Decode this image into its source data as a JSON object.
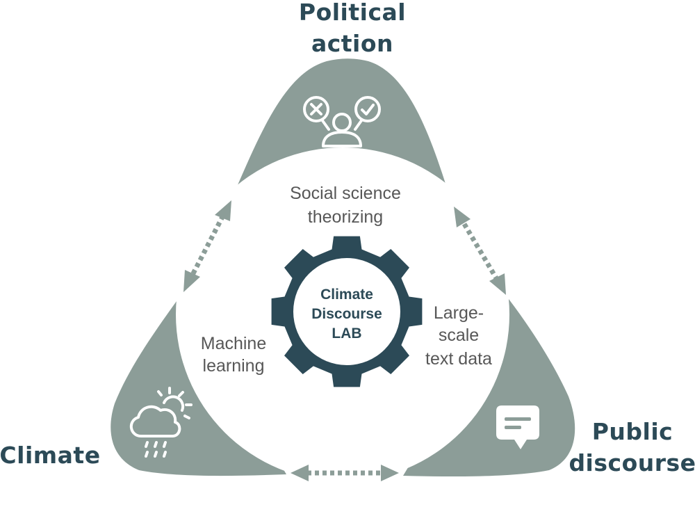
{
  "colors": {
    "panel": "#8c9d98",
    "dark": "#2c4a57",
    "text_gray": "#575757",
    "icon_white": "#ffffff",
    "background": "#ffffff"
  },
  "corners": {
    "top": {
      "title_line1": "Political",
      "title_line2": "action",
      "icon": "voting-person-icon"
    },
    "left": {
      "title": "Climate",
      "icon": "cloud-sun-rain-icon"
    },
    "right": {
      "title_line1": "Public",
      "title_line2": "discourse",
      "icon": "speech-bubble-icon"
    }
  },
  "inner_labels": {
    "top": {
      "line1": "Social science",
      "line2": "theorizing"
    },
    "left": {
      "line1": "Machine",
      "line2": "learning"
    },
    "right": {
      "line1": "Large-",
      "line2": "scale",
      "line3": "text data"
    }
  },
  "gear": {
    "line1": "Climate",
    "line2": "Discourse",
    "line3": "LAB",
    "icon": "gear-icon"
  },
  "connectors": [
    {
      "name": "left-edge",
      "style": "dotted",
      "arrowheads": "both"
    },
    {
      "name": "right-edge",
      "style": "dotted",
      "arrowheads": "both"
    },
    {
      "name": "bottom-edge",
      "style": "dotted",
      "arrowheads": "both"
    }
  ]
}
